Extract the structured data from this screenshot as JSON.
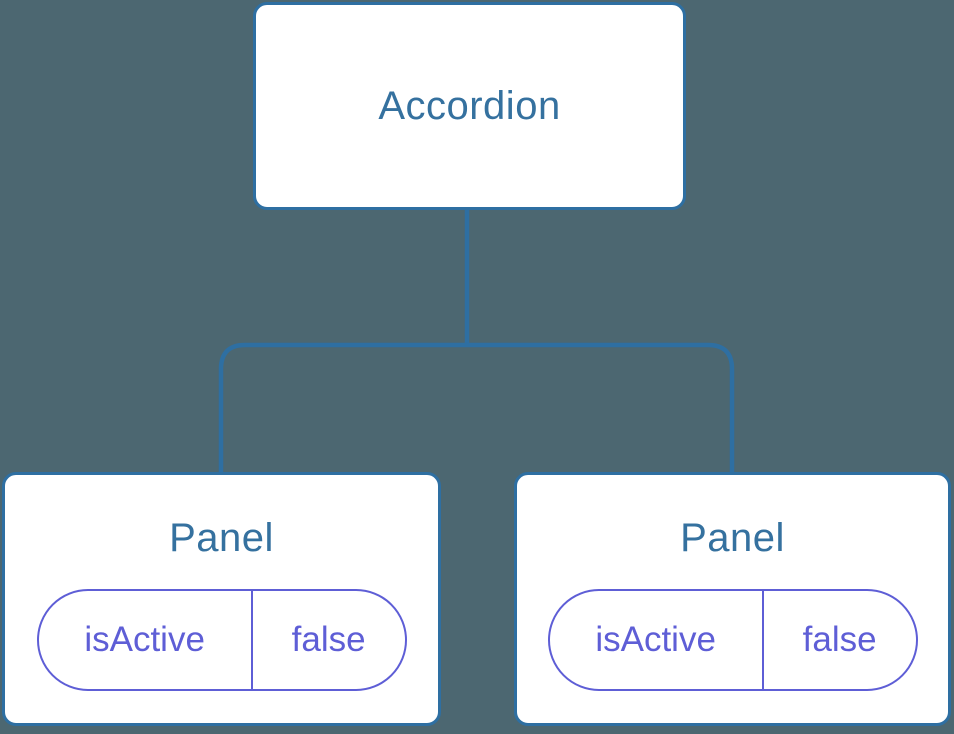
{
  "diagram": {
    "root": {
      "label": "Accordion"
    },
    "children": [
      {
        "label": "Panel",
        "state": {
          "key": "isActive",
          "value": "false"
        }
      },
      {
        "label": "Panel",
        "state": {
          "key": "isActive",
          "value": "false"
        }
      }
    ]
  },
  "colors": {
    "background": "#4C6771",
    "line": "#2E6FA2",
    "node_fill": "#FFFFFF",
    "title_text": "#35719F",
    "pill_purple": "#5E5ED6"
  }
}
